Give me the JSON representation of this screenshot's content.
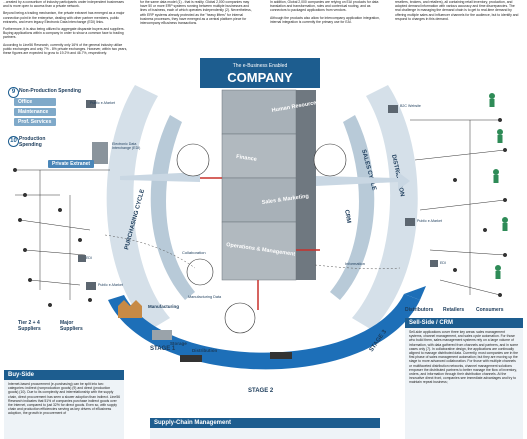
{
  "intro": {
    "col1": [
      "...created by a consortium of industry participants under independent businesses and is more open to access than a private network.",
      "Beyond being a trading mechanism, the private extranet has emerged as a major connection point in the enterprise, dealing with other partner members, public extranets, and even legacy Electronic Data Interchange (EDI) links.",
      "Furthermore, it is also being utilized to aggregate disparate buyers and suppliers. Buying applications within a company in order to show a common face to trading partners.",
      "According to Line56 Research, currently only 16% of the general industry utilize public exchanges and only 7% - 8% private exchanges. However, within two years, these figures are expected to grow to 19.2% and 46.7%, respectively."
    ],
    "col2": [
      "for the same data model (1) - that is reality. Global 2,000 companies may have 50 or more ERP systems running between multiple businesses and lines of business, each of which operates independently (2). Nevertheless, with ERP systems already protected as the \"heavy lifters\" for internal business processes, they have emerged as a central platform piece for intercompany eBusiness transactions."
    ],
    "col3": [
      "In addition, Global 2,000 companies are relying on EAI products for data translation and transformation, rules and contextual routing, and as connectors to packaged applications from vendors.",
      "Although the products also allow for intercompany application integration, internal integration is currently the primary use for EAI."
    ],
    "col4": [
      "resellers, brokers, and retailers), all containing retail inventory, production, and adopted demand information with various accuracy and time discrepancies. The real challenge in managing the demand chain is to get to real-time demand by offering multiple sales and influencer channels for the audience, but to identify and respond to changes in this demand."
    ]
  },
  "company": {
    "subtitle": "The e-Business Enabled",
    "title": "COMPANY",
    "floors": [
      "Human Resources",
      "Finance",
      "Sales & Marketing",
      "Operations & Management"
    ]
  },
  "cycles": {
    "purchasing": "PURCHASING CYCLE",
    "sales": "SALES CYCLE",
    "distribution": "DISTRIBUTION",
    "crm": "CRM"
  },
  "left": {
    "non_production": {
      "number": "9",
      "title": "Non-Production Spending",
      "items": [
        "Office",
        "Maintenance",
        "Prof. Services"
      ]
    },
    "production": {
      "number": "10",
      "title": "Production Spending"
    },
    "public_extranet": "Public e-Market",
    "electronic_data": "Electronic Data Interchange (EDI)",
    "private_extranet": "Private Extranet",
    "edi": "EDI",
    "public_emarket_low": "Public e-Market",
    "tier": "Tier 2 + 4 Suppliers",
    "major": "Major Suppliers"
  },
  "right": {
    "b2c": "B2C Website",
    "public_extranet": "Public e-Market",
    "edi": "EDI",
    "distributors": "Distributors",
    "retailers": "Retailers",
    "consumers": "Consumers"
  },
  "center_labels": {
    "collaboration": "Collaboration",
    "manufacturing_data": "Manufacturing Data",
    "manufacturing": "Manufacturing",
    "storage": "Storage",
    "distribution": "Distribution",
    "information": "Information",
    "stage1": "STAGE 1",
    "stage2": "STAGE 2",
    "stage3": "STAGE 3"
  },
  "buyside": {
    "title": "Buy-Side",
    "text": "Internet-based procurement (e-purchasing) can be split into two categories: indirect (nonproduction goods) (9) and direct (production goods) (10). Due to its complexity and interrelationship with the supply chain, direct procurement has seen a slower adoption than indirect. Line56 Research indicates that 51% of companies purchase indirect goods over the Internet, compared to just 32% for direct goods. Even so, with supply chain and production efficiencies serving as key drivers of eBusiness adoption, the growth in procurement of"
  },
  "supplychain": {
    "title": "Supply-Chain Management"
  },
  "sellside": {
    "title": "Sell-Side / CRM",
    "text": "Sell-side applications cover three key areas: sales management systems, channel management, and sales cycle automation. For those who build them, sales management systems rely on a large volume of information, with data gathered from channels and partners, and in some cases only (7). In collaborative design, the applications are continually aligned to manage distributed data. Currently, most companies are in the first phase of sales management automation; but they are moving up the stage to more advanced collaboration. For those with multiple channels or multifaceted distribution networks, channel management solutions empower the distributed partners to better manage the flow of inventory, orders, and information through their distribution channels. At the innovative direct front, companies see immediate advantages and try to maintain repeat business;"
  }
}
